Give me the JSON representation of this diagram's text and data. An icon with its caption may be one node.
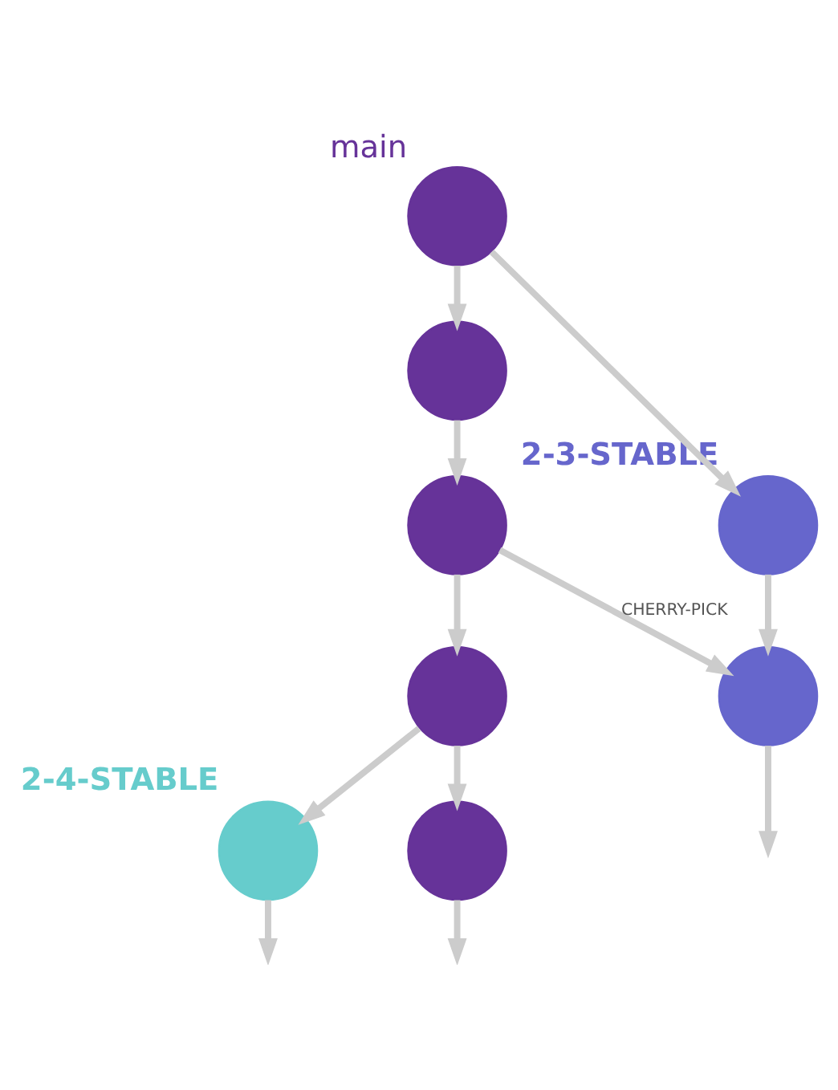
{
  "diagram": {
    "nodes": [
      {
        "text": [],
        "shape": "circle",
        "beside": [
          "main"
        ]
      },
      {
        "text": [],
        "shape": "circle"
      },
      {
        "text": [],
        "shape": "circle",
        "beside": [
          "2-3-STABLE"
        ]
      },
      {
        "text": [],
        "shape": "circle"
      },
      {
        "text": [],
        "shape": "circle"
      },
      {
        "text": [],
        "shape": "circle"
      },
      {
        "text": [],
        "shape": "circle",
        "beside": [
          "2-4-STABLE"
        ]
      },
      {
        "text": [],
        "shape": "circle"
      }
    ],
    "edges": [
      {
        "from": 0,
        "to": 1,
        "arrow": "to"
      },
      {
        "from": 0,
        "to": 2,
        "arrow": "to"
      },
      {
        "from": 1,
        "to": 3,
        "arrow": "to"
      },
      {
        "from": 3,
        "to": 5,
        "arrow": "to"
      },
      {
        "from": 3,
        "to": 4,
        "arrow": "to",
        "label": "CHERRY-PICK"
      },
      {
        "from": 2,
        "to": 4,
        "arrow": "to"
      },
      {
        "from": 5,
        "to": 7,
        "arrow": "to"
      },
      {
        "from": 5,
        "to": 6,
        "arrow": "to"
      },
      {
        "from": 4,
        "to": null,
        "arrow": "to"
      },
      {
        "from": 6,
        "to": null,
        "arrow": "to"
      },
      {
        "from": 7,
        "to": null,
        "arrow": "to"
      }
    ]
  }
}
